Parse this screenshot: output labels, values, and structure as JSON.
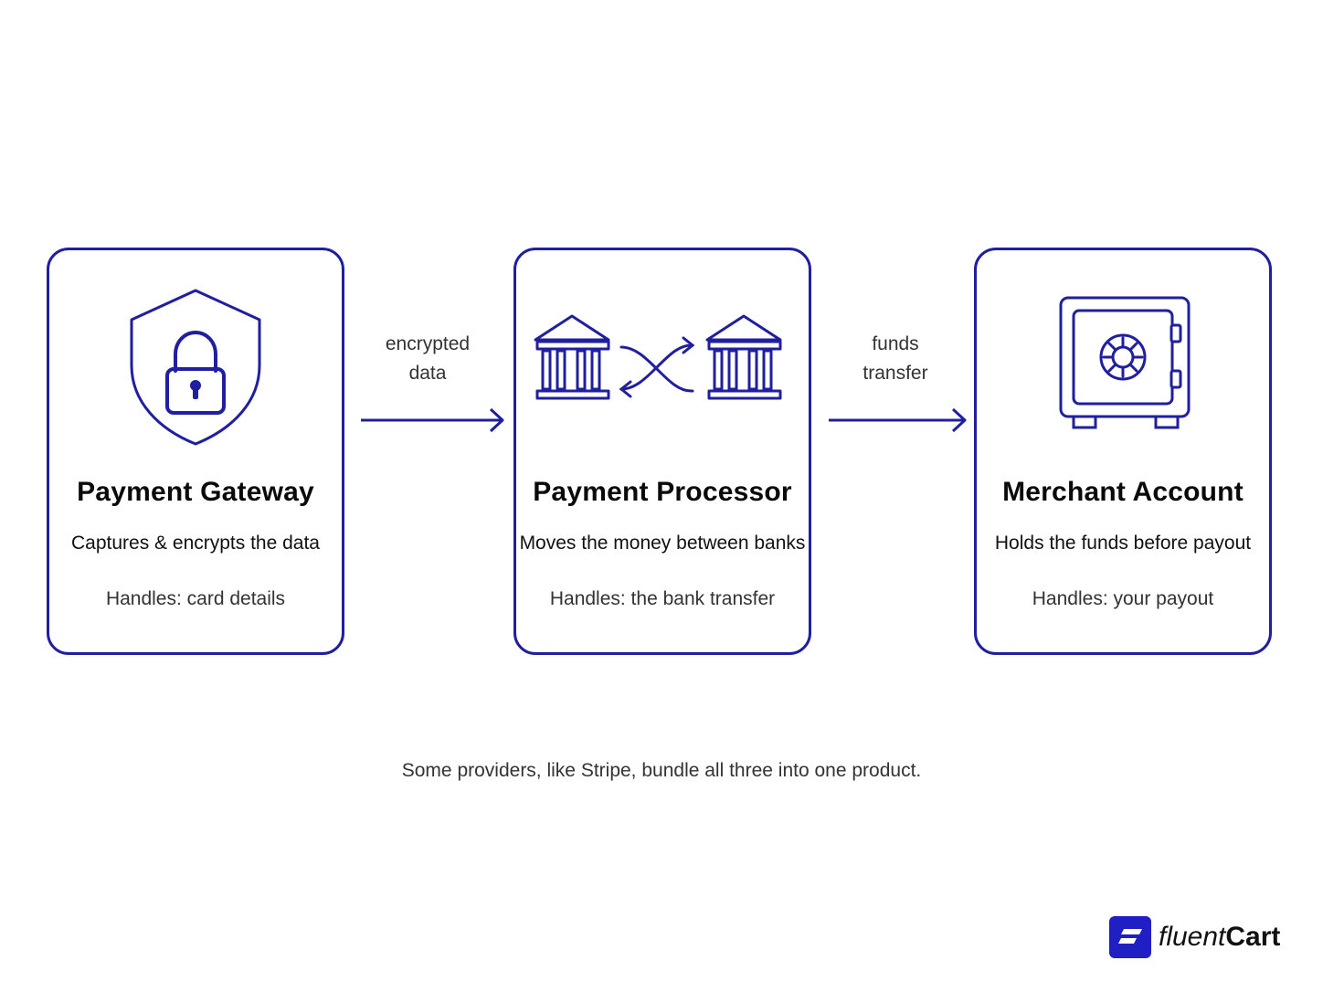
{
  "cards": [
    {
      "title": "Payment Gateway",
      "description": "Captures & encrypts the data",
      "handles": "Handles: card details",
      "icon": "shield-lock-icon"
    },
    {
      "title": "Payment Processor",
      "description": "Moves the money between banks",
      "handles": "Handles: the bank transfer",
      "icon": "bank-exchange-icon"
    },
    {
      "title": "Merchant Account",
      "description": "Holds the funds before payout",
      "handles": "Handles: your payout",
      "icon": "safe-icon"
    }
  ],
  "connectors": [
    {
      "line1": "encrypted",
      "line2": "data"
    },
    {
      "line1": "funds",
      "line2": "transfer"
    }
  ],
  "footnote": "Some providers, like Stripe, bundle all three into one product.",
  "brand": {
    "part1": "fluent",
    "part2": "Cart"
  },
  "colors": {
    "accent": "#1f1fa0",
    "brand": "#1f1fc4"
  }
}
